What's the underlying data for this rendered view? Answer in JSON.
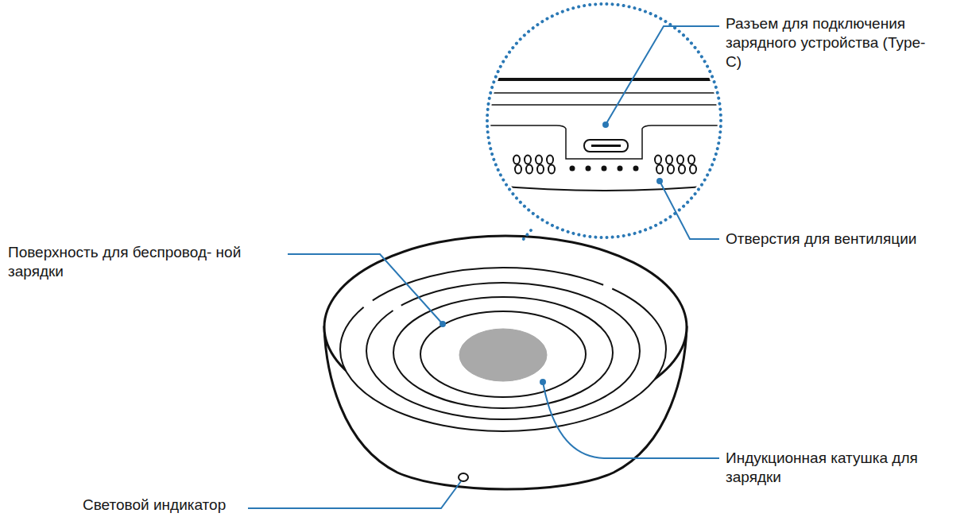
{
  "diagram": {
    "labels": [
      "Разъем для подключения зарядного устройства (Type-C)",
      "Отверстия для вентиляции",
      "Поверхность для беспровод- ной зарядки",
      "Индукционная катушка для зарядки",
      "Световой индикатор"
    ]
  }
}
